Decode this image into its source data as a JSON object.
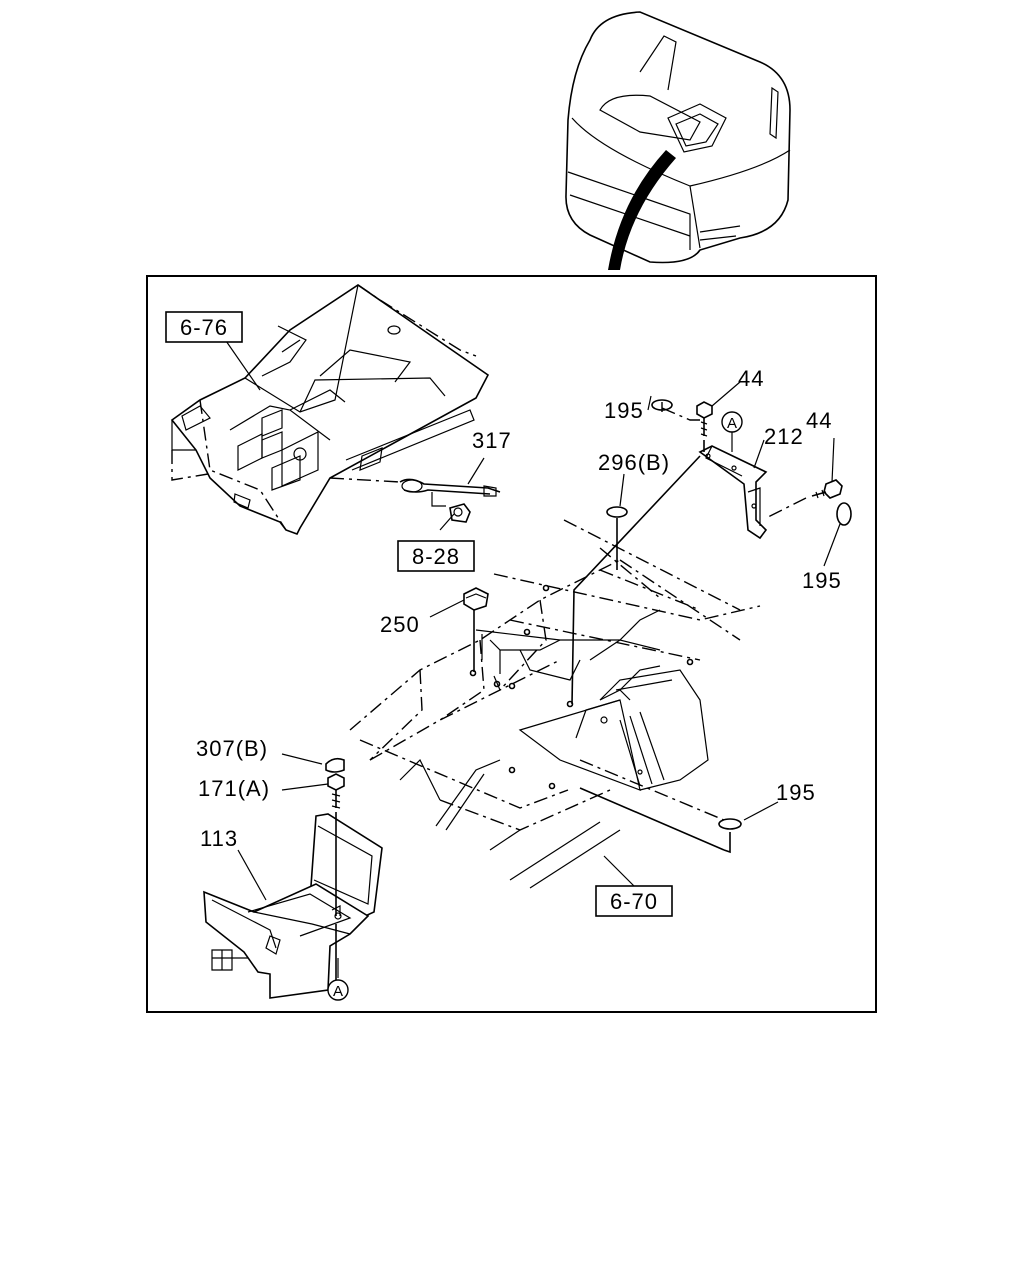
{
  "labels": {
    "ref_6_76": "6-76",
    "ref_8_28": "8-28",
    "ref_6_70": "6-70",
    "p195_top": "195",
    "p44_top": "44",
    "p212": "212",
    "p44_right": "44",
    "p296b": "296(B)",
    "p317": "317",
    "p195_right": "195",
    "p250": "250",
    "p307b": "307(B)",
    "p171a": "171(A)",
    "p113": "113",
    "p195_bottom": "195",
    "marker_a_top": "A",
    "marker_a_bottom": "A"
  }
}
